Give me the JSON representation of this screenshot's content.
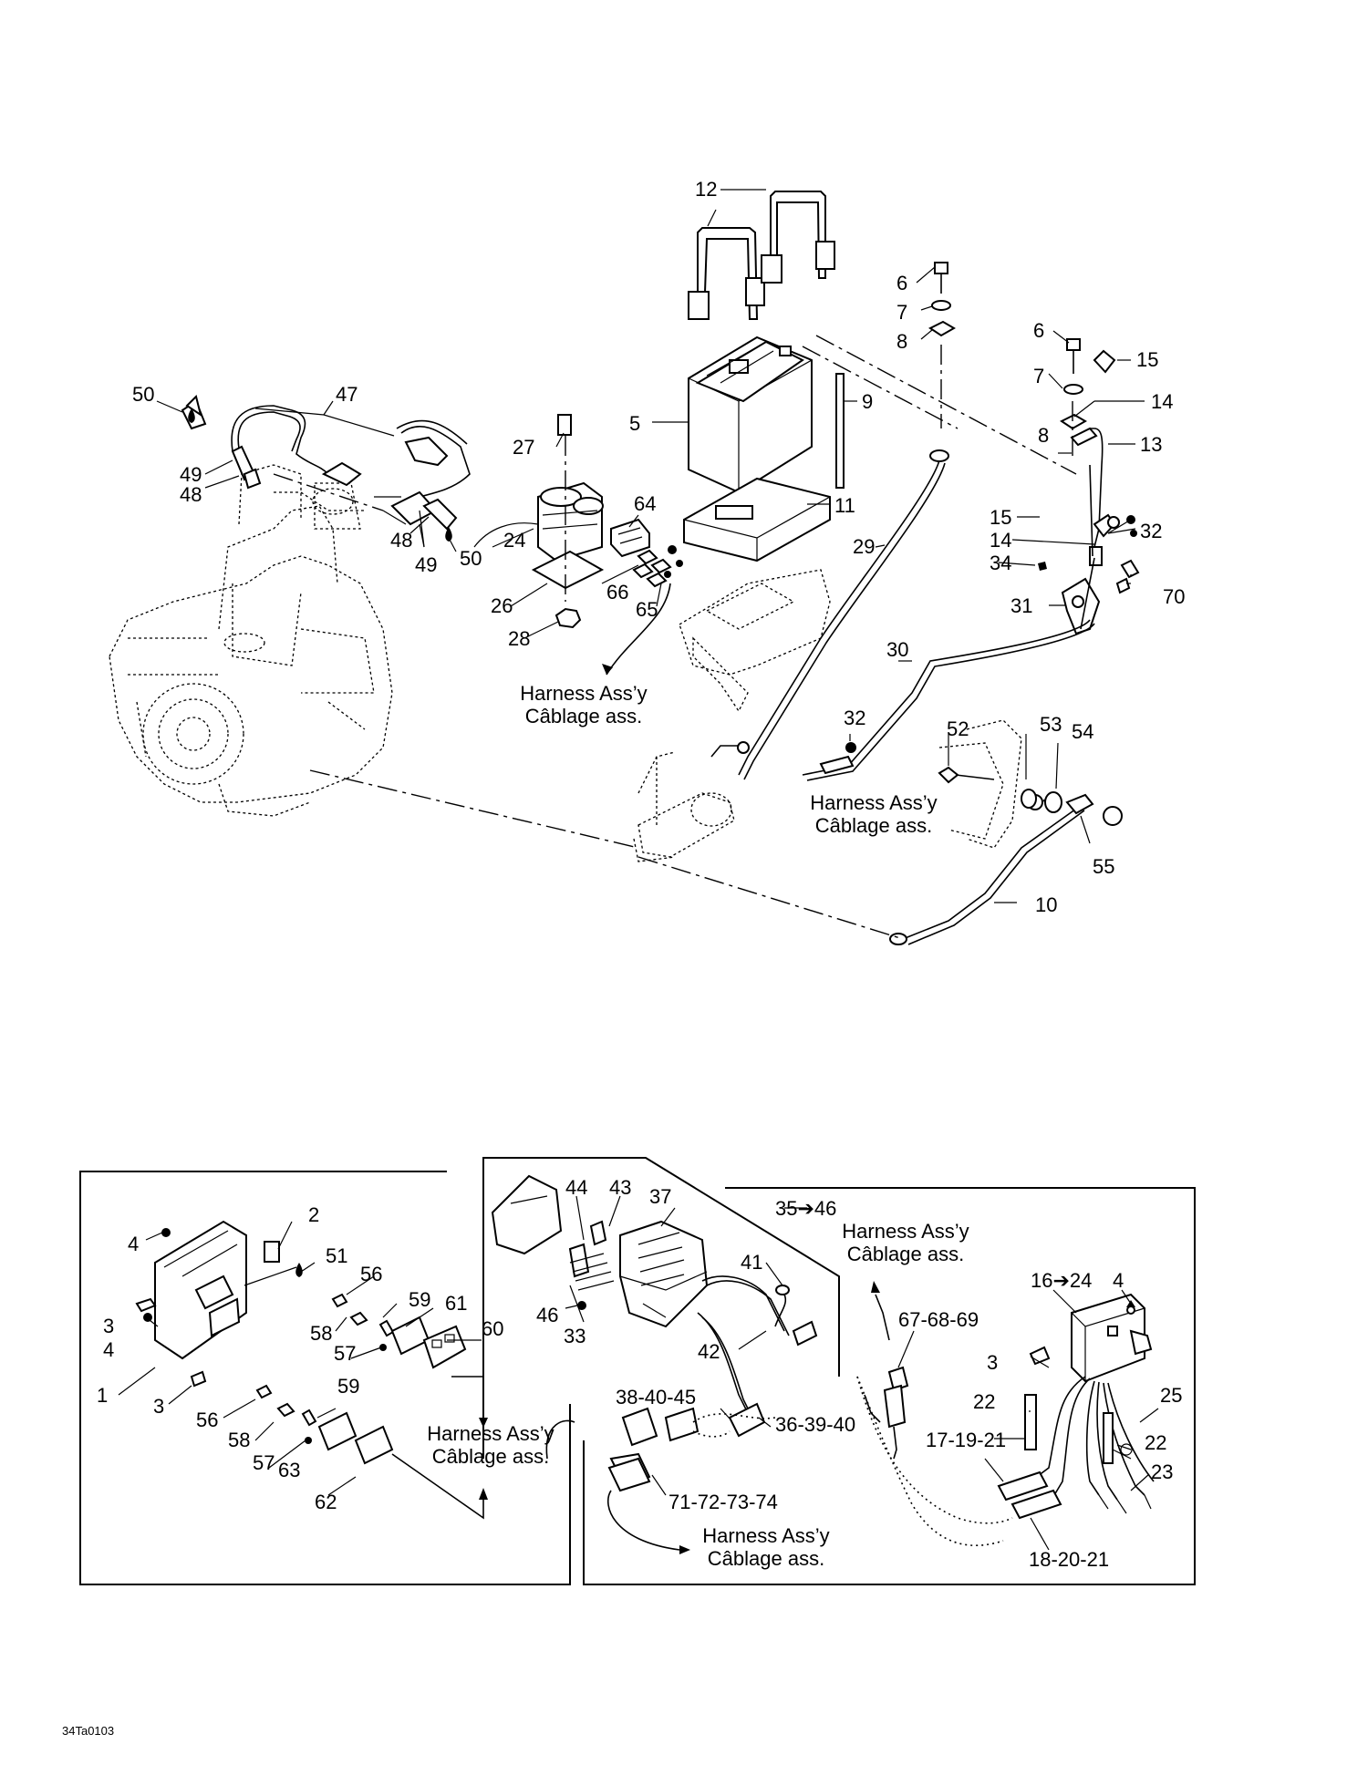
{
  "labels": {
    "l12": "12",
    "l6a": "6",
    "l7a": "7",
    "l8a": "8",
    "l6b": "6",
    "l15a": "15",
    "l7b": "7",
    "l14a": "14",
    "l50a": "50",
    "l47": "47",
    "l9": "9",
    "l5": "5",
    "l27": "27",
    "l8b": "8",
    "l13": "13",
    "l49a": "49",
    "l48a": "48",
    "l11": "11",
    "l64": "64",
    "l15b": "15",
    "l32a": "32",
    "l14b": "14",
    "l48b": "48",
    "l24": "24",
    "l50b": "50",
    "l29": "29",
    "l34": "34",
    "l49b": "49",
    "l66": "66",
    "l70": "70",
    "l26": "26",
    "l65": "65",
    "l31": "31",
    "l28": "28",
    "l30": "30",
    "l32b": "32",
    "l53": "53",
    "l52": "52",
    "l54": "54",
    "l55": "55",
    "l10": "10",
    "l35_46": "35➔46",
    "l2": "2",
    "l44": "44",
    "l43": "43",
    "l37": "37",
    "l4a": "4",
    "l51": "51",
    "l56a": "56",
    "l41": "41",
    "l16_24": "16➔24",
    "l4b": "4",
    "l59a": "59",
    "l61": "61",
    "l46": "46",
    "l3a": "3",
    "l4c": "4",
    "l58a": "58",
    "l33": "33",
    "l67_68_69": "67-68-69",
    "l60": "60",
    "l57a": "57",
    "l42": "42",
    "l3b": "3",
    "l38_40_45": "38-40-45",
    "l1": "1",
    "l59b": "59",
    "l25": "25",
    "l22a": "22",
    "l3c": "3",
    "l56b": "56",
    "l36_39_40": "36-39-40",
    "l58b": "58",
    "l17_19_21": "17-19-21",
    "l22b": "22",
    "l57b": "57",
    "l63": "63",
    "l23": "23",
    "l62": "62",
    "l71_72_73_74": "71-72-73-74",
    "l18_20_21": "18-20-21"
  },
  "harness_notes": [
    {
      "en": "Harness Ass’y",
      "fr": "Câblage ass."
    },
    {
      "en": "Harness Ass’y",
      "fr": "Câblage ass."
    },
    {
      "en": "Harness Ass’y",
      "fr": "Câblage ass."
    },
    {
      "en": "Harness Ass’y",
      "fr": "Câblage ass."
    },
    {
      "en": "Harness Ass’y",
      "fr": "Câblage ass."
    }
  ],
  "figure_code": "34Ta0103"
}
